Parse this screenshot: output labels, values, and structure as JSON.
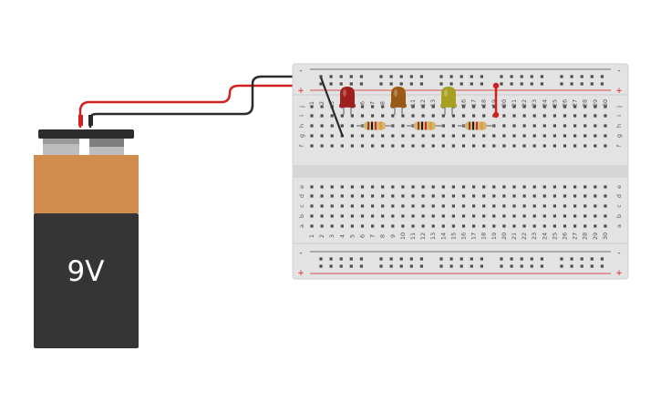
{
  "battery": {
    "label": "9V"
  },
  "breadboard": {
    "columns": [
      "1",
      "2",
      "3",
      "4",
      "5",
      "6",
      "7",
      "8",
      "9",
      "10",
      "11",
      "12",
      "13",
      "14",
      "15",
      "16",
      "17",
      "18",
      "19",
      "20",
      "21",
      "22",
      "23",
      "24",
      "25",
      "26",
      "27",
      "28",
      "29",
      "30"
    ],
    "rows_top": [
      "j",
      "i",
      "h",
      "g",
      "f"
    ],
    "rows_bottom": [
      "e",
      "d",
      "c",
      "b",
      "a"
    ],
    "rail_plus": "+",
    "rail_minus": "-"
  },
  "components": {
    "leds": [
      {
        "color_name": "red",
        "color": "#a01e1e"
      },
      {
        "color_name": "orange",
        "color": "#9a5a16"
      },
      {
        "color_name": "yellow",
        "color": "#a8a021"
      }
    ],
    "resistor_count": 3
  },
  "colors": {
    "wire_positive": "#d42020",
    "wire_negative": "#2a2a2a",
    "board": "#e3e3e3",
    "battery_top": "#d28c4e",
    "battery_body": "#353535"
  }
}
